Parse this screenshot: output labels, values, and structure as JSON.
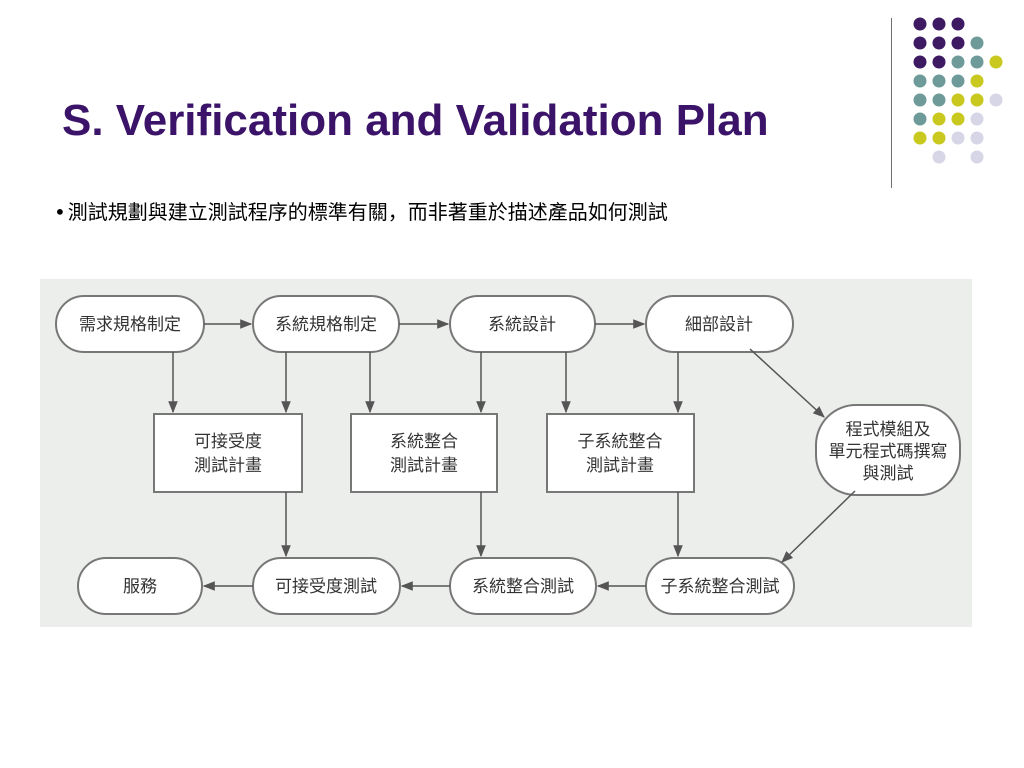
{
  "slide": {
    "title": "S. Verification and Validation Plan",
    "bullet_marker": "•",
    "bullet_text": "測試規劃與建立測試程序的標準有關，而非著重於描述產品如何測試"
  },
  "theme": {
    "title_color": "#3b1469",
    "dot_purple": "#3e1a62",
    "dot_teal": "#6e9a9a",
    "dot_yellow": "#c8c81e",
    "dot_lavender": "#d6d6e6"
  },
  "diagram": {
    "nodes": {
      "req_spec": "需求規格制定",
      "sys_spec": "系統規格制定",
      "sys_design": "系統設計",
      "detail_design": "細部設計",
      "accept_plan": [
        "可接受度",
        "測試計畫"
      ],
      "sys_integ_plan": [
        "系統整合",
        "測試計畫"
      ],
      "subsys_integ_plan": [
        "子系統整合",
        "測試計畫"
      ],
      "module_coding": [
        "程式模組及",
        "單元程式碼撰寫",
        "與測試"
      ],
      "service": "服務",
      "accept_test": "可接受度測試",
      "sys_integ_test": "系統整合測試",
      "subsys_integ_test": "子系統整合測試"
    }
  }
}
